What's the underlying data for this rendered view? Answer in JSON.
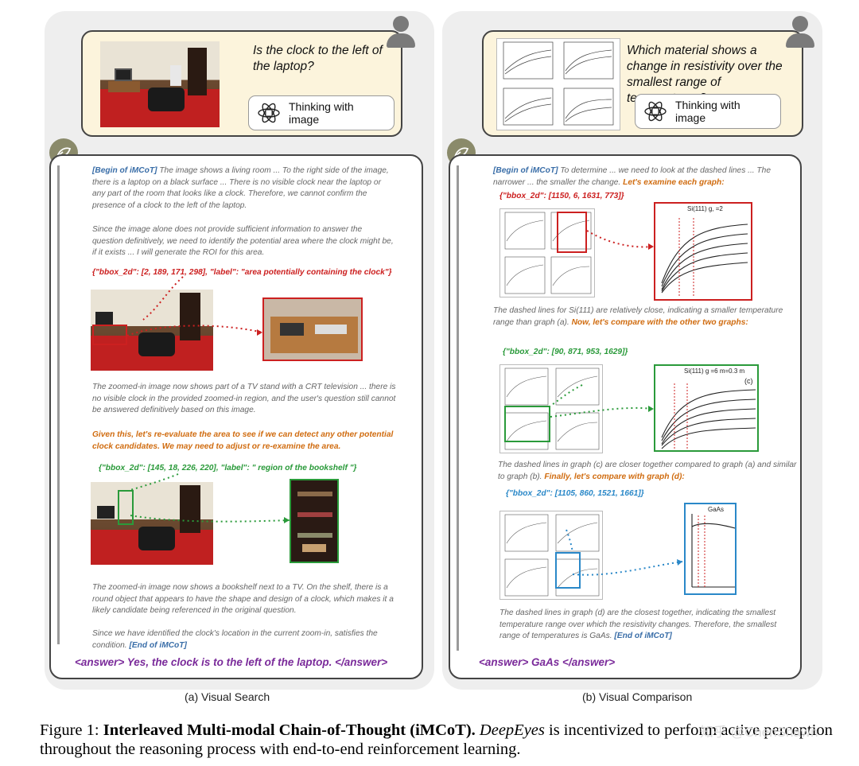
{
  "panel_a": {
    "question": "Is the clock to the left of the laptop?",
    "thinking_label": "Thinking with image",
    "p1_tag": "[Begin of iMCoT]",
    "p1": "The image shows a living room ... To the right side of the image, there is a laptop on a black surface ... There is no visible clock near the laptop or any part of the room that looks like a clock. Therefore, we cannot confirm the presence of a clock to the left of the laptop.",
    "p2": "Since the image alone does not provide sufficient information to answer the question definitively, we need to identify the potential area where the clock might be, if it exists ... I will generate the ROI for this area.",
    "bbox1": "{\"bbox_2d\": [2, 189, 171, 298], \"label\": \"area potentially containing the clock\"}",
    "p3": "The zoomed-in image now shows part of a TV stand with a CRT television ... there is no visible clock in the provided zoomed-in region, and the user's question still cannot be answered definitively based on this image.",
    "p4": "Given this, let's re-evaluate the area to see if we can detect any other potential clock candidates. We may need to adjust or re-examine the area.",
    "bbox2": "{\"bbox_2d\": [145, 18, 226, 220], \"label\": \" region of the bookshelf \"}",
    "p5": "The zoomed-in image now shows a bookshelf next to a TV. On the shelf, there is a round object that appears to have the shape and design of a clock, which makes it a likely candidate being referenced in the original question.",
    "p6": "Since we have identified the clock's location in the current zoom-in, satisfies the condition.",
    "end_tag": "[End of iMCoT]",
    "answer": "<answer> Yes, the clock is to the left of the laptop. </answer>",
    "caption": "(a) Visual Search"
  },
  "panel_b": {
    "question": "Which material shows a change in resistivity over the smallest range of temperatures?",
    "thinking_label": "Thinking with image",
    "p1_tag": "[Begin of iMCoT]",
    "p1": "To determine ... we need to look at the dashed lines ... The narrower ... the smaller the change.",
    "p1_emph": "Let's examine each graph:",
    "bbox1": "{\"bbox_2d\": [1150, 6, 1631, 773]}",
    "zoom1_title": "Si(111) g, =2",
    "p2": "The dashed lines for Si(111) are relatively close, indicating a smaller temperature range than graph (a).",
    "p2_emph": "Now, let's compare with the other two graphs:",
    "bbox2": "{\"bbox_2d\": [90, 871, 953, 1629]}",
    "zoom2_title": "Si(111) g =6 m=0.3 m",
    "zoom2_label": "(c)",
    "p3": "The dashed lines in graph (c) are closer together compared to graph (a) and similar to graph (b).",
    "p3_emph": "Finally, let's compare with graph (d):",
    "bbox3": "{\"bbox_2d\": [1105, 860, 1521, 1661]}",
    "zoom3_title": "GaAs",
    "p4": "The dashed lines in graph (d) are the closest together, indicating the smallest temperature range over which the resistivity changes. Therefore, the smallest range of temperatures is GaAs.",
    "end_tag": "[End of iMCoT]",
    "answer": "<answer> GaAs </answer>",
    "caption": "(b) Visual Comparison"
  },
  "figure": {
    "label": "Figure 1:",
    "title": "Interleaved Multi-modal Chain-of-Thought (iMCoT).",
    "name": "DeepEyes",
    "rest": "is incentivized to perform active perception throughout the reasoning process with end-to-end reinforcement learning.",
    "watermark": "知乎 @ChenShawn"
  },
  "colors": {
    "red": "#cc2020",
    "green": "#2a9a3a",
    "blue": "#2a88c8",
    "orange": "#d06c10",
    "tag": "#3a6ea8",
    "answer": "#7a2a9a"
  }
}
